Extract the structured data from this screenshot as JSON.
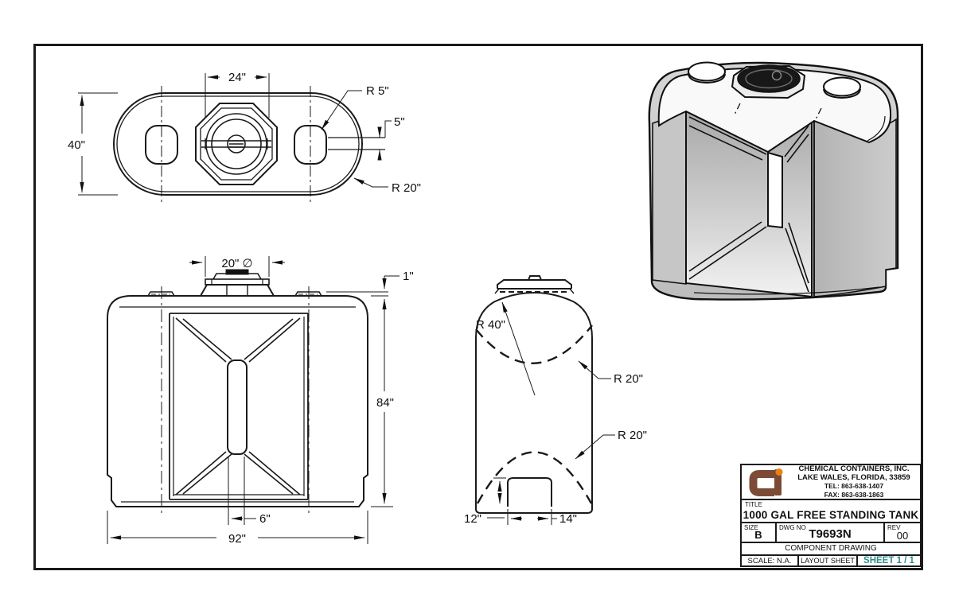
{
  "dims": {
    "top": {
      "width": "24\"",
      "depth": "40\"",
      "fitting_radius": "R 5\"",
      "fitting_offset": "5\"",
      "end_radius": "R 20\""
    },
    "front": {
      "manway_dia": "20\" ∅",
      "lid_height": "1\"",
      "height": "84\"",
      "channel_width": "6\"",
      "width": "92\""
    },
    "side": {
      "dome_radius": "R 40\"",
      "top_radius": "R 20\"",
      "bottom_radius": "R 20\"",
      "channel_height": "12\"",
      "channel_depth": "14\""
    }
  },
  "title_block": {
    "company_name": "CHEMICAL CONTAINERS, INC.",
    "company_address": "LAKE WALES, FLORIDA, 33859",
    "company_tel": "TEL: 863-638-1407",
    "company_fax": "FAX: 863-638-1863",
    "title_label": "TITLE",
    "title": "1000 GAL FREE STANDING TANK",
    "size_label": "SIZE",
    "size": "B",
    "dwg_label": "DWG NO",
    "dwg_no": "T9693N",
    "rev_label": "REV",
    "rev": "00",
    "drawing_type": "COMPONENT DRAWING",
    "scale": "SCALE: N.A.",
    "layout": "LAYOUT SHEET",
    "sheet_no": "SHEET 1 / 1"
  },
  "colors": {
    "line": "#1a1a1a",
    "sheet_teal": "#2f8c8c",
    "logo_brown": "#7b4b35",
    "logo_orange": "#e8820c"
  }
}
